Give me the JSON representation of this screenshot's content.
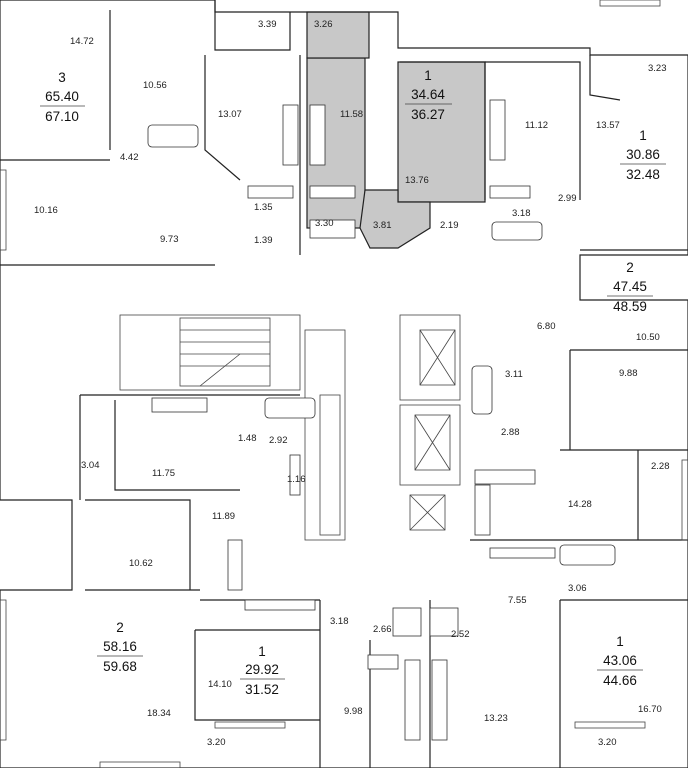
{
  "apartments": [
    {
      "id": "apt-3-top-left",
      "rooms": "3",
      "area_living": "65.40",
      "area_total": "67.10"
    },
    {
      "id": "apt-1-top-center",
      "rooms": "1",
      "area_living": "34.64",
      "area_total": "36.27"
    },
    {
      "id": "apt-1-top-right",
      "rooms": "1",
      "area_living": "30.86",
      "area_total": "32.48"
    },
    {
      "id": "apt-2-mid-right",
      "rooms": "2",
      "area_living": "47.45",
      "area_total": "48.59"
    },
    {
      "id": "apt-2-bottom-left",
      "rooms": "2",
      "area_living": "58.16",
      "area_total": "59.68"
    },
    {
      "id": "apt-1-bottom-center",
      "rooms": "1",
      "area_living": "29.92",
      "area_total": "31.52"
    },
    {
      "id": "apt-1-bottom-right",
      "rooms": "1",
      "area_living": "43.06",
      "area_total": "44.66"
    }
  ],
  "room_areas": [
    "14.72",
    "10.56",
    "4.42",
    "10.16",
    "9.73",
    "3.39",
    "3.26",
    "13.07",
    "11.58",
    "13.76",
    "11.12",
    "3.23",
    "13.57",
    "1.35",
    "1.39",
    "3.30",
    "3.81",
    "2.19",
    "3.18",
    "2.99",
    "6.80",
    "10.50",
    "3.11",
    "9.88",
    "2.88",
    "2.28",
    "14.28",
    "1.48",
    "2.92",
    "1.16",
    "3.04",
    "11.75",
    "11.89",
    "10.62",
    "18.34",
    "14.10",
    "3.20",
    "3.18",
    "2.66",
    "2.52",
    "7.55",
    "3.06",
    "9.98",
    "13.23",
    "16.70",
    "3.20"
  ],
  "colors": {
    "highlight": "#c8c8c8",
    "wall": "#222222",
    "background": "#ffffff"
  }
}
